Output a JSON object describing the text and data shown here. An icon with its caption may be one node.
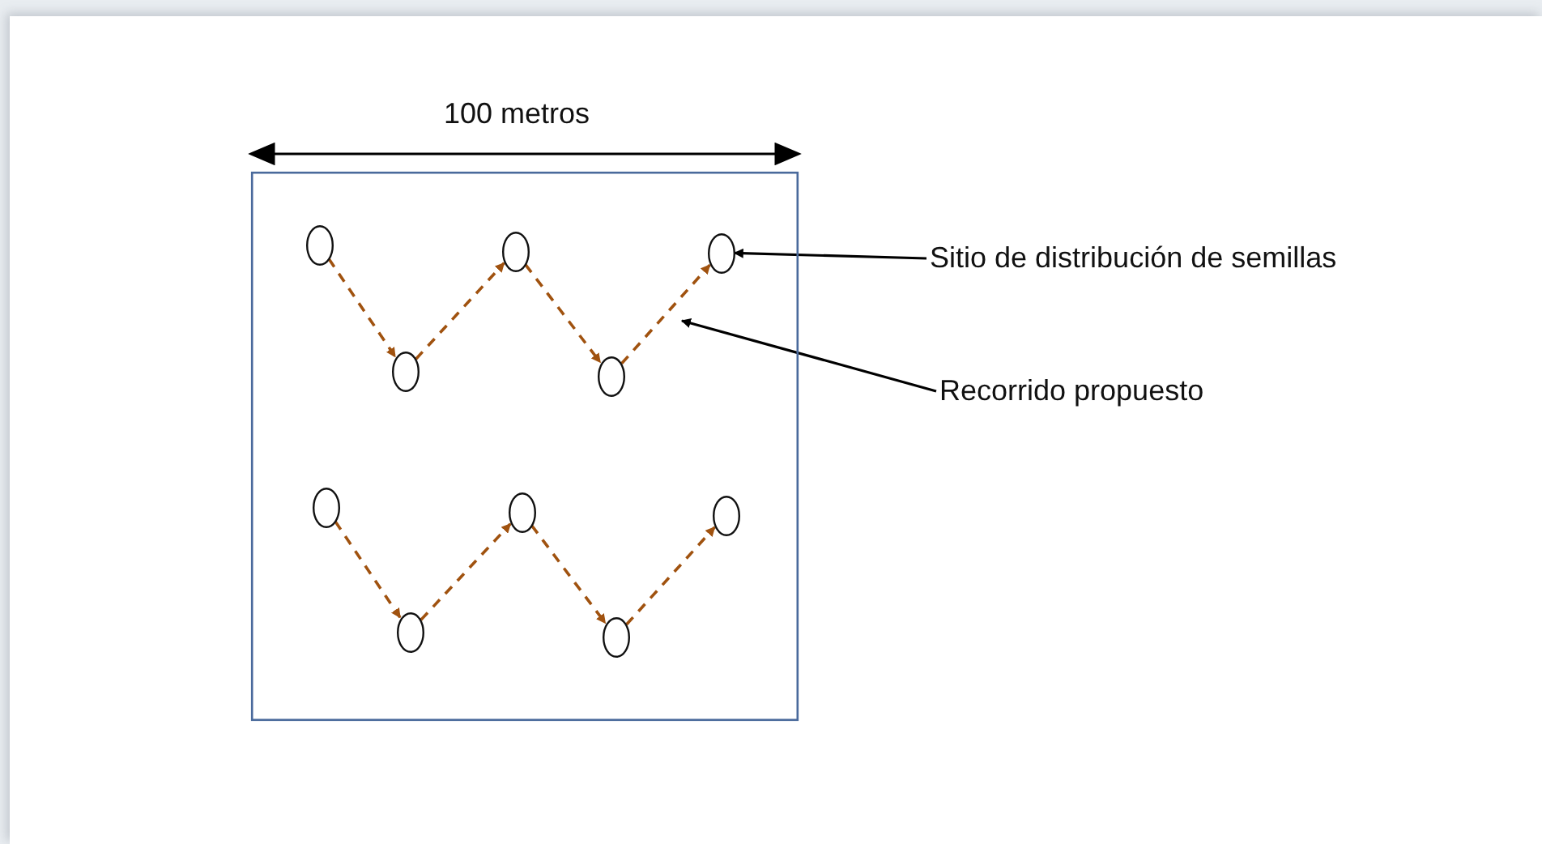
{
  "diagram": {
    "nodes": [
      {
        "text": [],
        "shape": "box"
      },
      {
        "text": [],
        "shape": "circle",
        "in": 0
      },
      {
        "text": [],
        "shape": "circle",
        "in": 0
      },
      {
        "text": [],
        "shape": "circle",
        "in": 0
      },
      {
        "text": [],
        "shape": "circle",
        "in": 0
      },
      {
        "text": [],
        "shape": "circle",
        "in": 0
      },
      {
        "text": [],
        "shape": "circle",
        "in": 0
      },
      {
        "text": [],
        "shape": "circle",
        "in": 0
      },
      {
        "text": [],
        "shape": "circle",
        "in": 0
      },
      {
        "text": [],
        "shape": "circle",
        "in": 0
      },
      {
        "text": [],
        "shape": "circle",
        "in": 0
      },
      {
        "text": [
          "Sitio de distribución de semillas"
        ]
      },
      {
        "text": [
          "Recorrido propuesto"
        ]
      }
    ],
    "edges": [
      {
        "from": 1,
        "to": 2,
        "arrow": "to",
        "style": "dashed"
      },
      {
        "from": 2,
        "to": 3,
        "arrow": "to",
        "style": "dashed"
      },
      {
        "from": 3,
        "to": 4,
        "arrow": "to",
        "style": "dashed"
      },
      {
        "from": 4,
        "to": 5,
        "arrow": "to",
        "style": "dashed"
      },
      {
        "from": 6,
        "to": 7,
        "arrow": "to",
        "style": "dashed"
      },
      {
        "from": 7,
        "to": 8,
        "arrow": "to",
        "style": "dashed"
      },
      {
        "from": 8,
        "to": 9,
        "arrow": "to",
        "style": "dashed"
      },
      {
        "from": 9,
        "to": 10,
        "arrow": "to",
        "style": "dashed"
      },
      {
        "from": 11,
        "to": 5,
        "arrow": "to",
        "color": "#000000"
      },
      {
        "from": 12,
        "to": null,
        "arrow": "to",
        "color": "#000000"
      }
    ],
    "labels": [
      "100 metros"
    ]
  }
}
